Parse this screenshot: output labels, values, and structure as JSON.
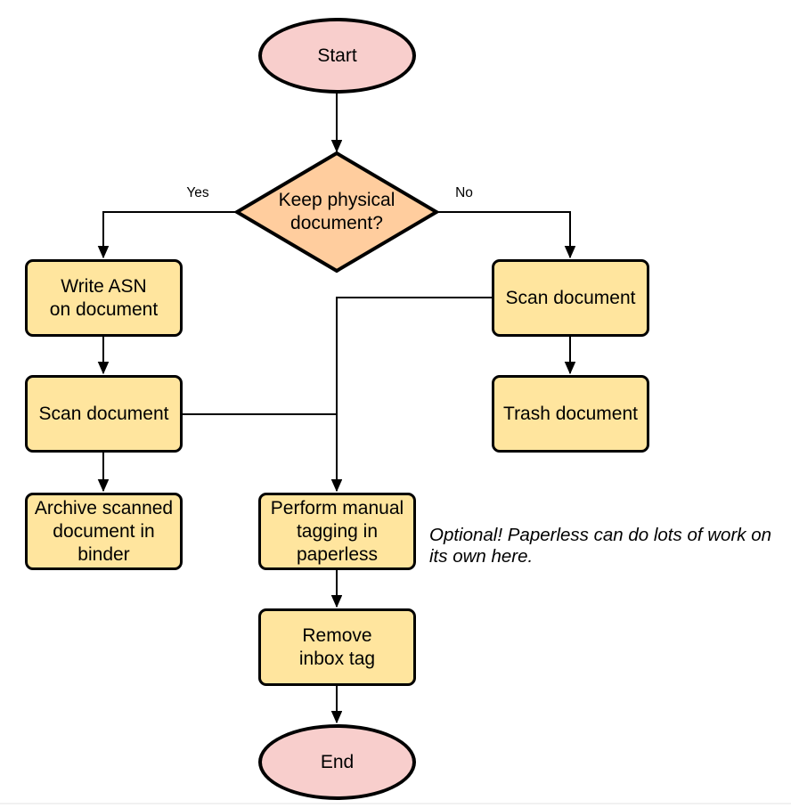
{
  "colors": {
    "terminal_fill": "#f8cecc",
    "process_fill": "#ffe59e",
    "decision_fill": "#ffcd9e",
    "stroke": "#000000"
  },
  "nodes": {
    "start": {
      "label": "Start",
      "shape": "ellipse"
    },
    "decision": {
      "label": "Keep physical\ndocument?",
      "shape": "diamond"
    },
    "write_asn": {
      "label": "Write ASN\non document",
      "shape": "rect"
    },
    "scan_left": {
      "label": "Scan document",
      "shape": "rect"
    },
    "archive": {
      "label": "Archive scanned\ndocument in\nbinder",
      "shape": "rect"
    },
    "scan_right": {
      "label": "Scan document",
      "shape": "rect"
    },
    "trash": {
      "label": "Trash document",
      "shape": "rect"
    },
    "tagging": {
      "label": "Perform manual\ntagging in\npaperless",
      "shape": "rect"
    },
    "remove_inbox": {
      "label": "Remove\ninbox tag",
      "shape": "rect"
    },
    "end": {
      "label": "End",
      "shape": "ellipse"
    }
  },
  "edge_labels": {
    "yes": "Yes",
    "no": "No"
  },
  "edges": [
    {
      "from": "start",
      "to": "decision"
    },
    {
      "from": "decision",
      "to": "write_asn",
      "label": "Yes"
    },
    {
      "from": "decision",
      "to": "scan_right",
      "label": "No"
    },
    {
      "from": "write_asn",
      "to": "scan_left"
    },
    {
      "from": "scan_left",
      "to": "archive"
    },
    {
      "from": "scan_left",
      "to": "tagging"
    },
    {
      "from": "scan_right",
      "to": "trash"
    },
    {
      "from": "scan_right",
      "to": "tagging"
    },
    {
      "from": "tagging",
      "to": "remove_inbox"
    },
    {
      "from": "remove_inbox",
      "to": "end"
    }
  ],
  "annotation": {
    "text": "Optional! Paperless can do lots of work on\nits own here."
  }
}
